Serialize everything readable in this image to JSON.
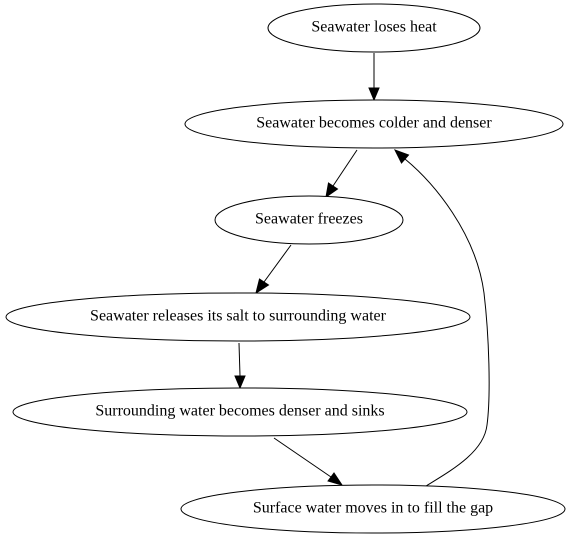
{
  "diagram": {
    "type": "flowchart",
    "nodes": [
      {
        "id": "loses_heat",
        "label": "Seawater loses heat"
      },
      {
        "id": "colder_denser",
        "label": "Seawater becomes colder and denser"
      },
      {
        "id": "freezes",
        "label": "Seawater freezes"
      },
      {
        "id": "releases_salt",
        "label": "Seawater releases its salt to surrounding water"
      },
      {
        "id": "sinks",
        "label": "Surrounding water becomes denser and sinks"
      },
      {
        "id": "surface_moves",
        "label": "Surface water moves in to fill the gap"
      }
    ],
    "edges": [
      {
        "from": "loses_heat",
        "to": "colder_denser"
      },
      {
        "from": "colder_denser",
        "to": "freezes"
      },
      {
        "from": "freezes",
        "to": "releases_salt"
      },
      {
        "from": "releases_salt",
        "to": "sinks"
      },
      {
        "from": "sinks",
        "to": "surface_moves"
      },
      {
        "from": "surface_moves",
        "to": "colder_denser"
      }
    ]
  }
}
